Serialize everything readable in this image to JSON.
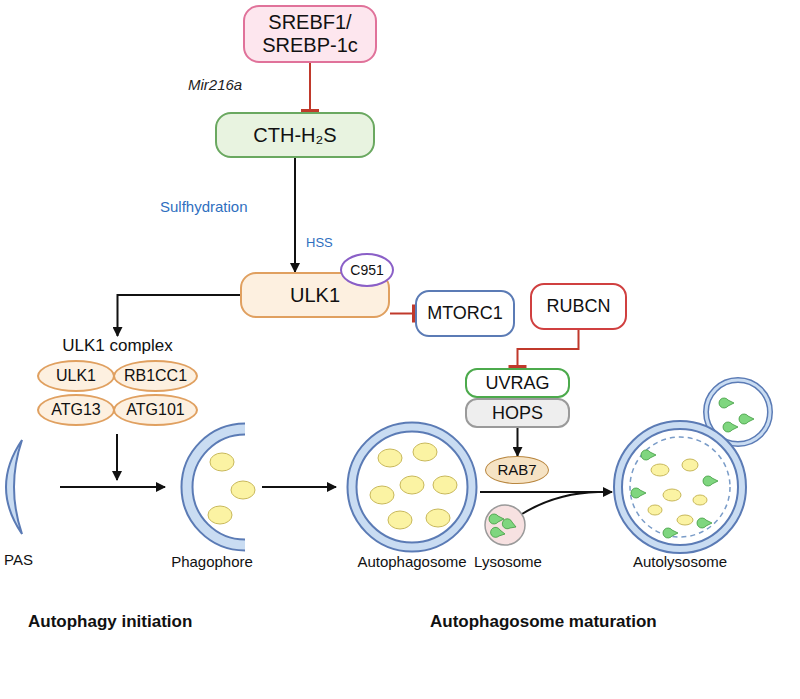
{
  "diagram": {
    "nodes": [
      {
        "text": [
          "SREBF1/ SREBP-1c"
        ]
      },
      {
        "text": [
          "CTH-H₂S"
        ]
      },
      {
        "text": [
          "ULK1"
        ]
      },
      {
        "text": [
          "C951"
        ]
      },
      {
        "text": [
          "MTORC1"
        ]
      },
      {
        "text": [
          "RUBCN"
        ]
      },
      {
        "text": [
          "UVRAG"
        ]
      },
      {
        "text": [
          "HOPS"
        ]
      },
      {
        "text": [
          "ULK1 complex"
        ]
      },
      {
        "text": [
          "ULK1"
        ],
        "in": 8
      },
      {
        "text": [
          "RB1CC1"
        ],
        "in": 8
      },
      {
        "text": [
          "ATG13"
        ],
        "in": 8
      },
      {
        "text": [
          "ATG101"
        ],
        "in": 8
      },
      {
        "text": [
          "RAB7"
        ]
      }
    ],
    "edges": [
      {
        "from": 0,
        "to": 1,
        "arrow": "to",
        "label": "Mir216a"
      },
      {
        "from": 1,
        "to": 2,
        "arrow": "to",
        "label": "Sulfhydration"
      },
      {
        "from": 2,
        "to": 4,
        "arrow": "to"
      },
      {
        "from": 5,
        "to": 6,
        "arrow": "to"
      },
      {
        "from": 2,
        "to": 8,
        "arrow": "to"
      },
      {
        "from": 7,
        "to": 13,
        "arrow": "to"
      }
    ],
    "labels": [
      "HSS",
      "PAS",
      "Phagophore",
      "Autophagosome",
      "Lysosome",
      "Autolysosome",
      "Autophagy initiation",
      "Autophagosome maturation"
    ]
  }
}
